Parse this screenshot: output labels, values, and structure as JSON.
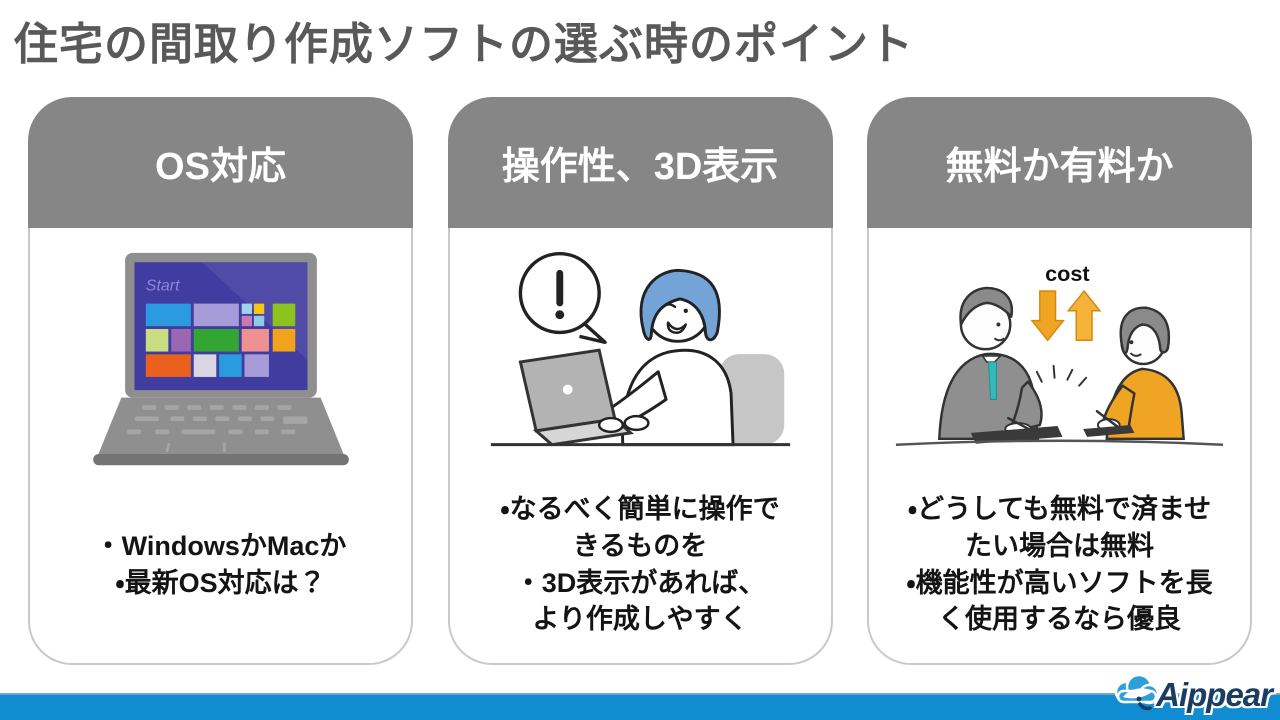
{
  "page": {
    "title": "住宅の間取り作成ソフトの選ぶ時のポイント",
    "title_color": "#595959",
    "header_gray": "#868686",
    "accent_blue": "#0f8cd2"
  },
  "cards": [
    {
      "header": "OS対応",
      "illustration": "windows-laptop",
      "lines": [
        "・WindowsかMacか",
        "・最新OS対応は？"
      ]
    },
    {
      "header": "操作性、3D表示",
      "illustration": "person-at-laptop",
      "lines": [
        "・なるべく簡単に操作で",
        "きるものを",
        "・3D表示があれば、",
        "より作成しやすく"
      ]
    },
    {
      "header": "無料か有料か",
      "illustration": "cost-negotiation",
      "lines": [
        "・どうしても無料で済ませ",
        "たい場合は無料",
        "・機能性が高いソフトを長",
        "く使用するなら優良"
      ]
    }
  ],
  "illustrations": {
    "laptop_screen_label": "Start",
    "cost_label": "cost"
  },
  "footer": {
    "logo_text": "Aippear"
  }
}
